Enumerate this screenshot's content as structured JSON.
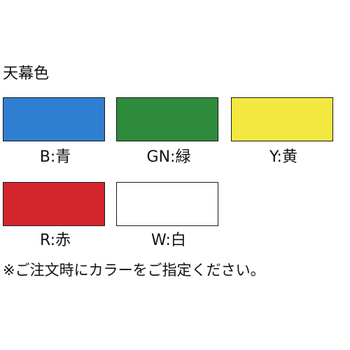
{
  "title": "天幕色",
  "colors": [
    {
      "label": "B:青",
      "hex": "#2f7ed2"
    },
    {
      "label": "GN:緑",
      "hex": "#2e8b3b"
    },
    {
      "label": "Y:黄",
      "hex": "#f3e83f"
    },
    {
      "label": "R:赤",
      "hex": "#d3252b"
    },
    {
      "label": "W:白",
      "hex": "#ffffff"
    }
  ],
  "note": "※ご注文時にカラーをご指定ください。"
}
